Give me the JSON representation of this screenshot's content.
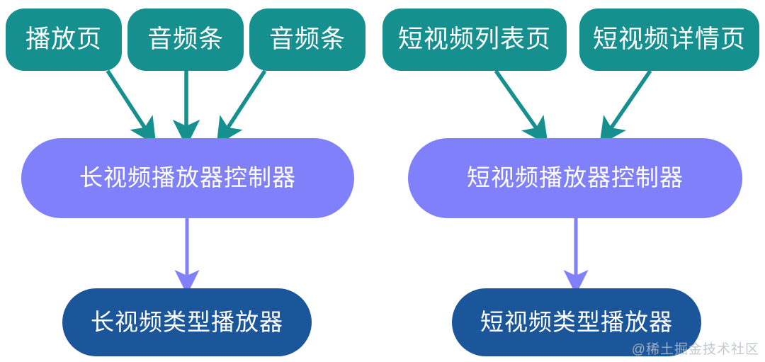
{
  "diagram": {
    "title": "",
    "background_color": "#ffffff",
    "colors": {
      "source": "#16908F",
      "controller": "#8080FA",
      "player": "#1A5699",
      "source_edge": "#16908F",
      "controller_edge": "#8080FA",
      "node_text": "#ffffff",
      "watermark": "#b9bec6"
    },
    "groups": [
      {
        "name": "long-video-group",
        "sources": [
          {
            "label": "播放页"
          },
          {
            "label": "音频条"
          },
          {
            "label": "音频条"
          }
        ],
        "controller": {
          "label": "长视频播放器控制器"
        },
        "player": {
          "label": "长视频类型播放器"
        }
      },
      {
        "name": "short-video-group",
        "sources": [
          {
            "label": "短视频列表页"
          },
          {
            "label": "短视频详情页"
          }
        ],
        "controller": {
          "label": "短视频播放器控制器"
        },
        "player": {
          "label": "短视频类型播放器"
        }
      }
    ],
    "watermark": "@稀土掘金技术社区"
  }
}
